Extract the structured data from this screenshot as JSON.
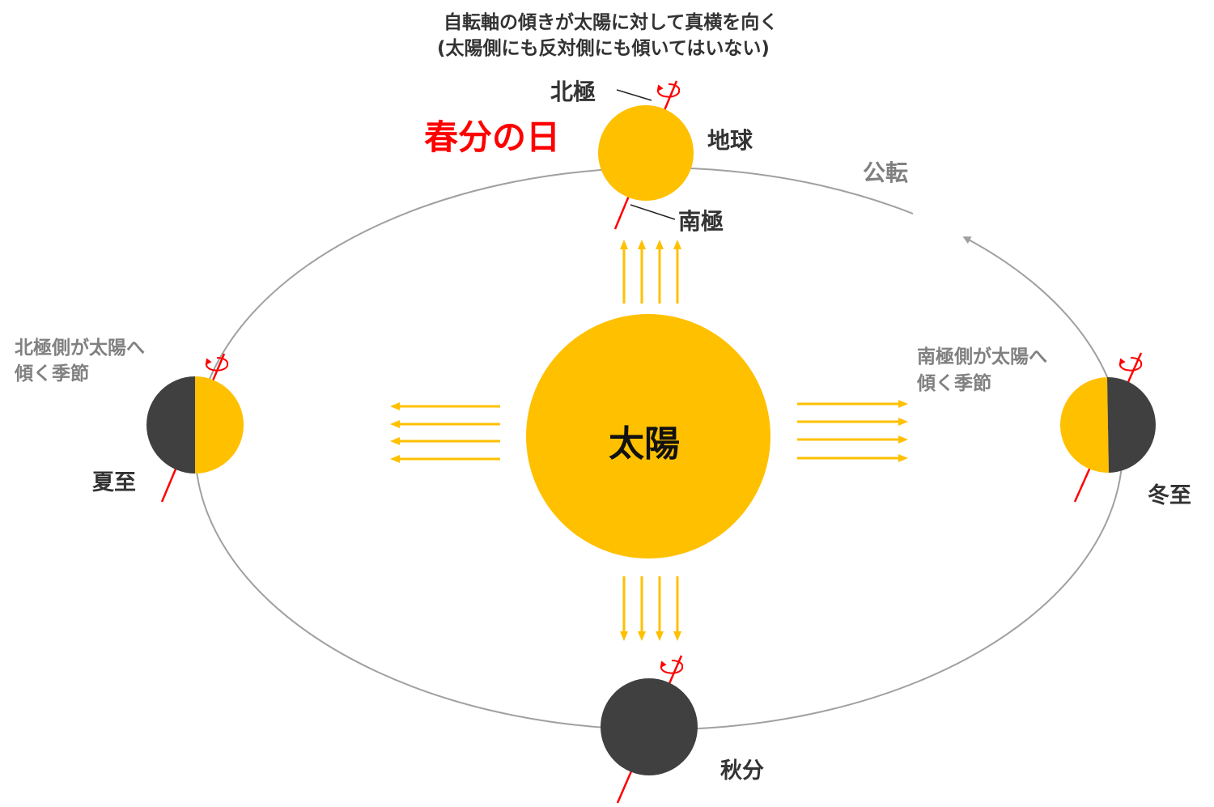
{
  "title": {
    "line1": "自転軸の傾きが太陽に対して真横を向く",
    "line2": "(太陽側にも反対側にも傾いてはいない)"
  },
  "labels": {
    "vernal_equinox": "春分の日",
    "north_pole": "北極",
    "south_pole": "南極",
    "earth": "地球",
    "revolution": "公転",
    "sun": "太陽",
    "summer_solstice": "夏至",
    "winter_solstice": "冬至",
    "autumn_equinox": "秋分",
    "north_tilt_line1": "北極側が太陽へ",
    "north_tilt_line2": "傾く季節",
    "south_tilt_line1": "南極側が太陽へ",
    "south_tilt_line2": "傾く季節"
  },
  "colors": {
    "sun": "#FFC000",
    "night": "#404040",
    "axis": "#FF0000",
    "orbit": "#A0A0A0",
    "highlight": "#FF0000"
  }
}
